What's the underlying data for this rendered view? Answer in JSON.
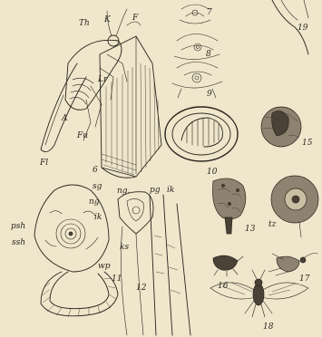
{
  "figures": [
    {
      "number": "6",
      "labels": [
        "Th",
        "K",
        "F",
        "Lr",
        "A",
        "Fu",
        "Fl"
      ]
    },
    {
      "number": "7",
      "labels": []
    },
    {
      "number": "8",
      "labels": []
    },
    {
      "number": "9",
      "labels": []
    },
    {
      "number": "10",
      "labels": []
    },
    {
      "number": "11",
      "labels": [
        "sg",
        "ng",
        "ik",
        "psh",
        "ssh",
        "wp"
      ]
    },
    {
      "number": "12",
      "labels": [
        "ng.",
        "pg",
        "ik",
        "ks"
      ]
    },
    {
      "number": "13",
      "labels": []
    },
    {
      "number": "15",
      "labels": []
    },
    {
      "number": "16",
      "labels": []
    },
    {
      "number": "17",
      "labels": []
    },
    {
      "number": "18",
      "labels": []
    },
    {
      "number": "19",
      "labels": []
    },
    {
      "number": "",
      "labels": [
        "tz"
      ]
    }
  ],
  "style": {
    "paper_color": "#efe6cc",
    "ink_color": "#2a251d"
  }
}
